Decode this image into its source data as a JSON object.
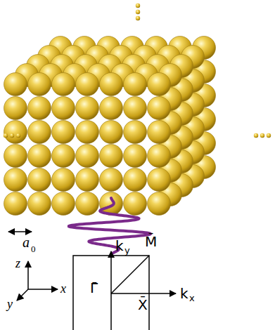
{
  "diagram": {
    "labels": [
      "a",
      "0",
      "z",
      "x",
      "y",
      "k",
      "y",
      "k",
      "x",
      "M̄",
      "Γ̄",
      "X̄"
    ]
  }
}
